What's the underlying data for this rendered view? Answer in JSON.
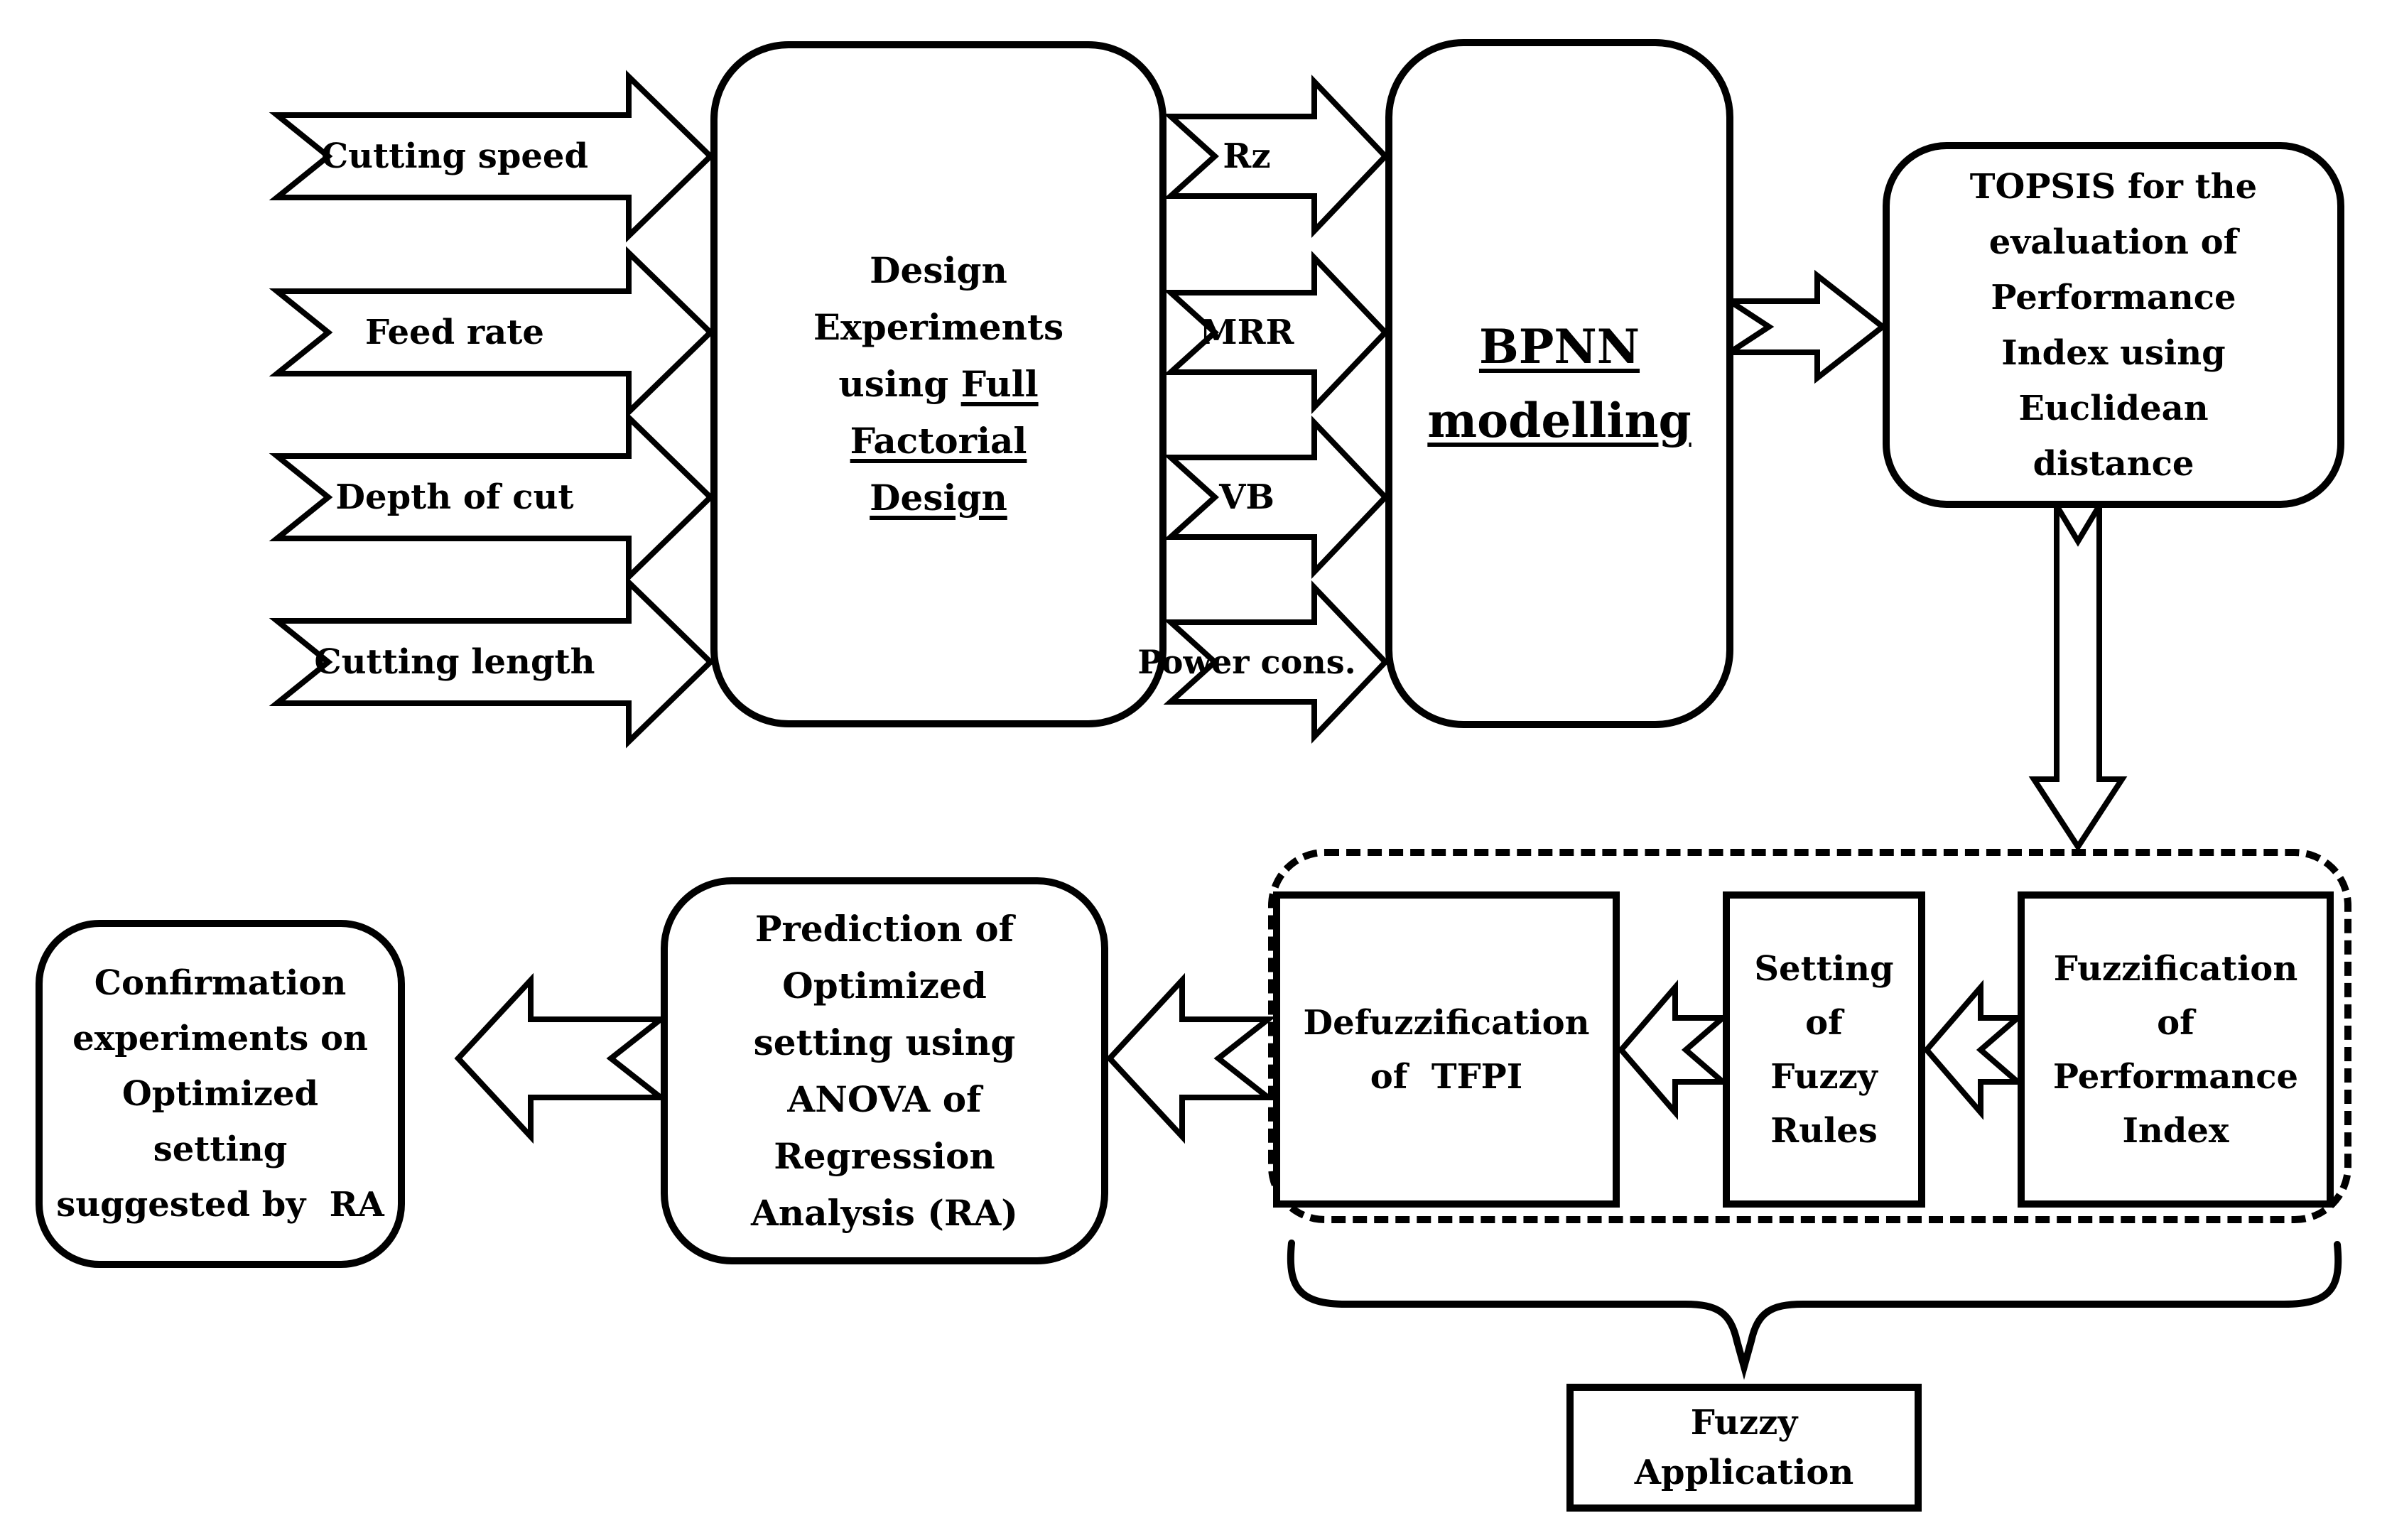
{
  "figure": {
    "colors": {
      "background": "#ffffff",
      "stroke": "#000000",
      "shape_fill": "#ffffff",
      "text": "#000000"
    },
    "inputs": [
      {
        "label": "Cutting speed"
      },
      {
        "label": "Feed rate"
      },
      {
        "label": "Depth of cut"
      },
      {
        "label": "Cutting length"
      }
    ],
    "design_box": {
      "text": "Design Experiments using ",
      "underlined_text": "Full Factorial Design"
    },
    "outputs": [
      {
        "label": "Rz"
      },
      {
        "label": "MRR"
      },
      {
        "label": "VB"
      },
      {
        "label": "Power cons."
      }
    ],
    "bpnn_box": {
      "label": "BPNN modelling"
    },
    "topsis_box": {
      "label": "TOPSIS for the evaluation of Performance Index using Euclidean distance"
    },
    "fuzzy_section": {
      "fuzzification_box": {
        "label": "Fuzzification of Performance Index"
      },
      "setting_box": {
        "label": "Setting of Fuzzy Rules"
      },
      "defuzzification_box": {
        "label": "Defuzzification of  TFPI"
      },
      "caption_box": {
        "label": "Fuzzy Application"
      }
    },
    "prediction_box": {
      "label": "Prediction of Optimized setting using ANOVA of Regression Analysis (RA)"
    },
    "confirmation_box": {
      "label": "Confirmation experiments on Optimized setting suggested by  RA"
    }
  }
}
